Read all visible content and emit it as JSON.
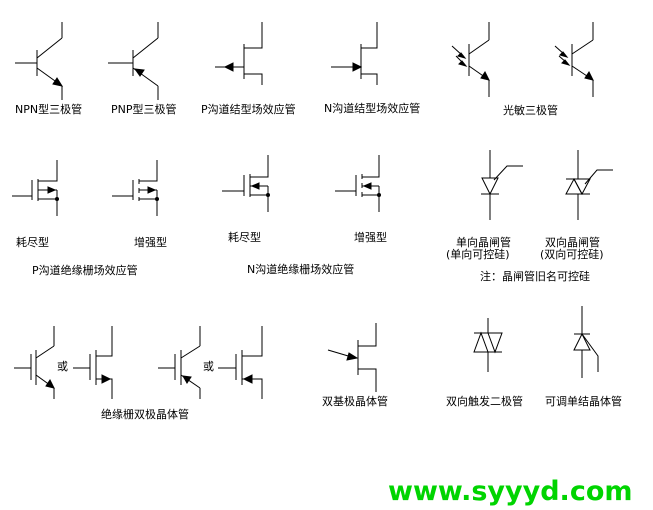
{
  "labels": {
    "npn": "NPN型三极管",
    "pnp": "PNP型三极管",
    "p_jfet": "P沟道结型场效应管",
    "n_jfet": "N沟道结型场效应管",
    "photo": "光敏三极管",
    "p_depletion": "耗尽型",
    "p_enhancement": "增强型",
    "n_depletion": "耗尽型",
    "n_enhancement": "增强型",
    "p_mosfet_group": "P沟道绝缘栅场效应管",
    "n_mosfet_group": "N沟道绝缘栅场效应管",
    "scr": "单向晶闸管",
    "scr_alt": "(单向可控硅)",
    "triac": "双向晶闸管",
    "triac_alt": "(双向可控硅)",
    "thyristor_note": "注：晶闸管旧名可控硅",
    "or_1": "或",
    "or_2": "或",
    "igbt": "绝缘栅双极晶体管",
    "ujt": "双基极晶体管",
    "diac": "双向触发二极管",
    "put": "可调单结晶体管"
  },
  "brand": "www.syyyd.com",
  "colors": {
    "brand": "#00d400",
    "ink": "#000000"
  }
}
